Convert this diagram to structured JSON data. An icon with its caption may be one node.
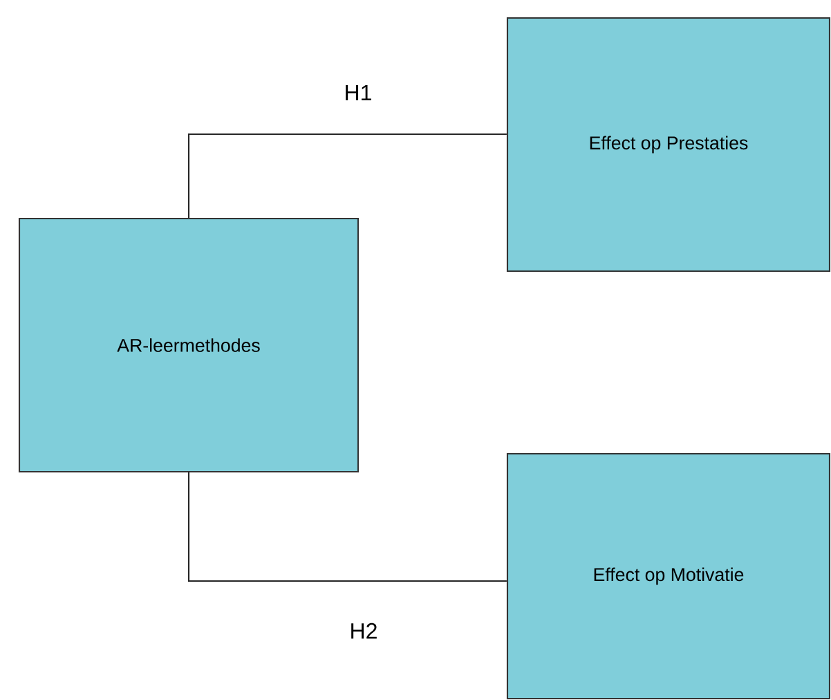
{
  "diagram": {
    "nodes": [
      {
        "text": [
          "AR-leermethodes"
        ]
      },
      {
        "text": [
          "Effect op Prestaties"
        ]
      },
      {
        "text": [
          "Effect op Motivatie"
        ]
      }
    ],
    "edges": [
      {
        "from": 0,
        "to": 1,
        "arrow": "none",
        "label": "H1"
      },
      {
        "from": 0,
        "to": 2,
        "arrow": "none",
        "label": "H2"
      }
    ]
  }
}
